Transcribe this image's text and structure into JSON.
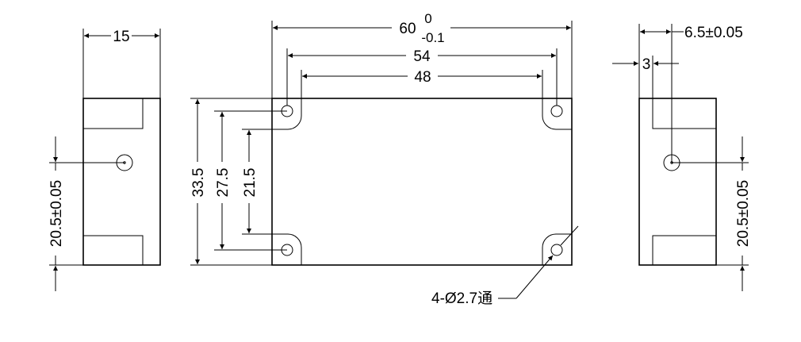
{
  "left_view": {
    "width": "15",
    "hole_height": "20.5±0.05"
  },
  "front_view": {
    "overall_width": "60",
    "tol_upper": "0",
    "tol_lower": "-0.1",
    "mid_width": "54",
    "inner_width": "48",
    "height": "33.5",
    "mid_height": "27.5",
    "inner_height": "21.5",
    "hole_note": "4-Ø2.7通"
  },
  "right_view": {
    "hole_offset": "6.5±0.05",
    "step": "3",
    "hole_height": "20.5±0.05"
  }
}
